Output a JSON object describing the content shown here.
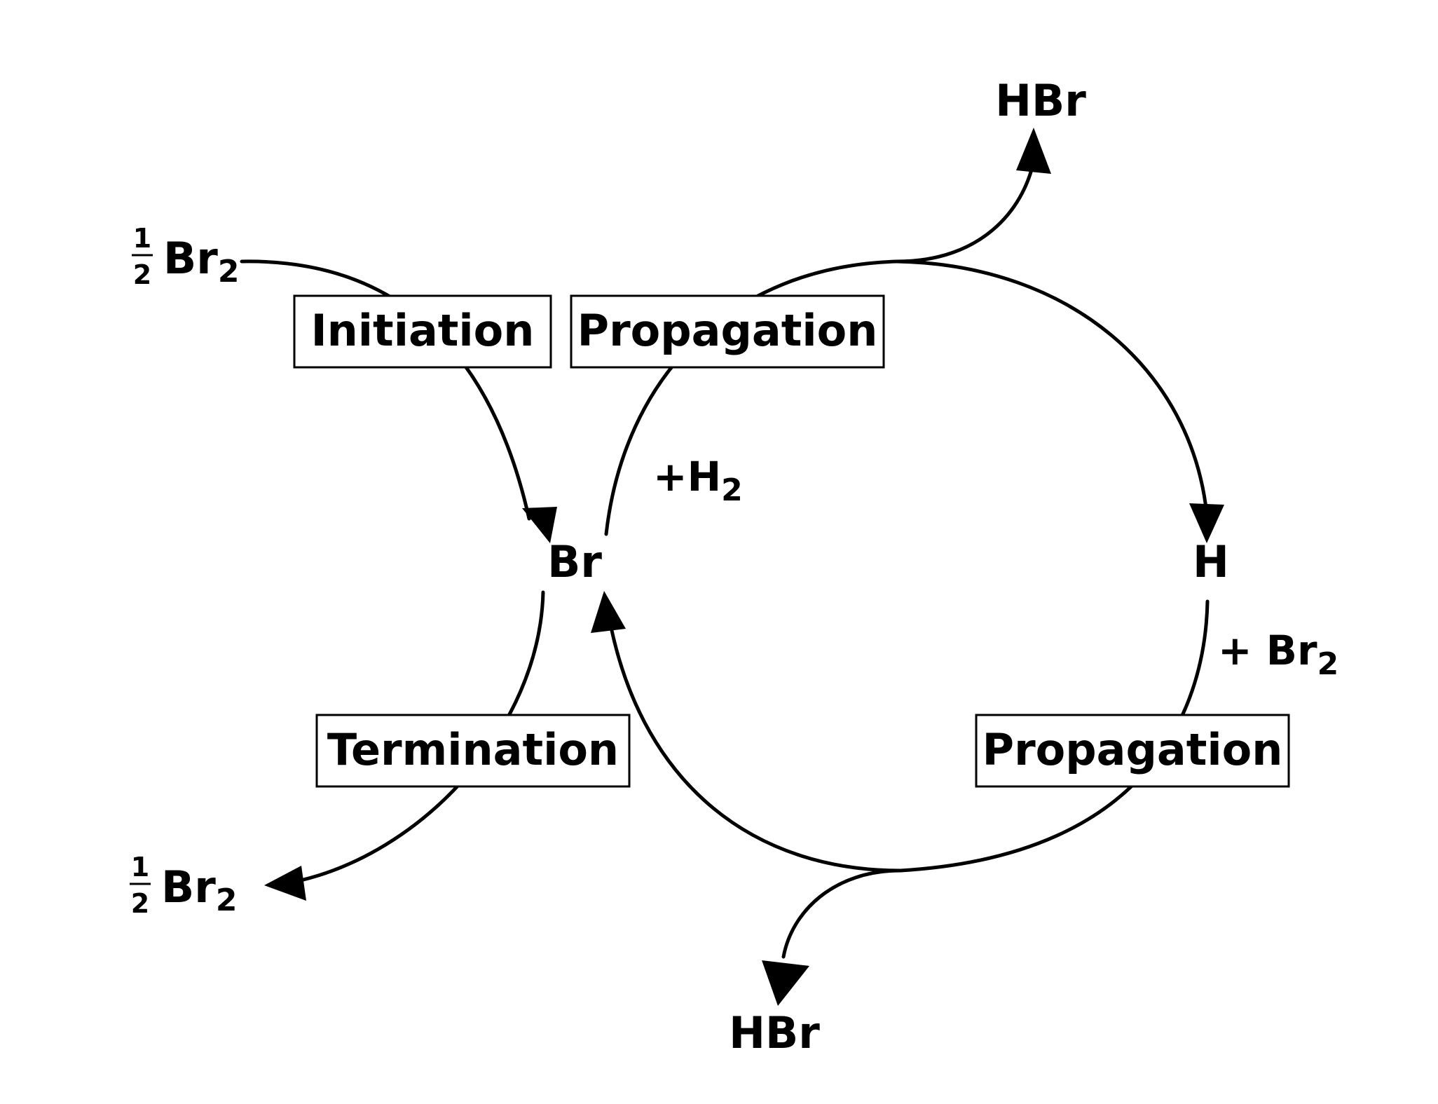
{
  "diagram": {
    "species": {
      "center_radical": "Br",
      "right_radical": "H",
      "product_top": "HBr",
      "product_bottom": "HBr"
    },
    "reactants": {
      "h2_plus": "+H",
      "h2_sub": "2",
      "br2_plus": "+ Br",
      "br2_sub": "2"
    },
    "half_br2": {
      "numerator": "1",
      "denominator": "2",
      "symbol": "Br",
      "subscript": "2"
    },
    "boxes": {
      "initiation": "Initiation",
      "propagation_top": "Propagation",
      "termination": "Termination",
      "propagation_bottom": "Propagation"
    }
  }
}
